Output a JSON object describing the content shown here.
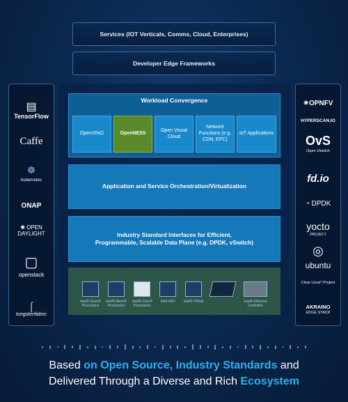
{
  "top": {
    "services": "Services (IOT Verticals, Comms, Cloud, Enterprises)",
    "developer": "Developer Edge Frameworks"
  },
  "workload": {
    "title": "Workload Convergence",
    "items": [
      {
        "label": "OpenVINO"
      },
      {
        "label": "OpenNESS"
      },
      {
        "label": "Open Visual Cloud"
      },
      {
        "label": "Network Functions (e.g. CDN, EPC)"
      },
      {
        "label": "IoT Applications"
      }
    ]
  },
  "orchestration": "Application and Service Orchestration/Virtualization",
  "interfaces_line1": "Industry Standard Interfaces for Efficient,",
  "interfaces_line2": "Programmable, Scalable Data Plane (e.g. DPDK, vSwitch)",
  "hardware": [
    {
      "label": "Intel® Xeon® Processors"
    },
    {
      "label": "Intel® Atom® Processors"
    },
    {
      "label": "Intel® Core® Processors"
    },
    {
      "label": "Intel VPU"
    },
    {
      "label": "Intel® FPGA"
    },
    {
      "label": ""
    },
    {
      "label": "Intel® Ethernet Controller"
    }
  ],
  "left_logos": [
    "TensorFlow",
    "Caffe",
    "kubernetes",
    "ONAP",
    "OPEN DAYLIGHT",
    "openstack",
    "tungstenfabric"
  ],
  "right_logos": [
    "OPNFV",
    "HYPERSCAN.IO",
    "OvS",
    "Open vSwitch",
    "fd.io",
    "DPDK",
    "yocto",
    "PROJECT",
    "ubuntu",
    "Clear Linux* Project",
    "AKRAINO",
    "EDGE STACK"
  ],
  "tagline": {
    "l1a": "Based ",
    "l1b": "on Open Source, Industry Standards",
    "l1c": " and",
    "l2a": "Delivered Through a Diverse and Rich ",
    "l2b": "Ecosystem"
  },
  "colors": {
    "accent": "#2fb0ef",
    "panel": "#1578b8",
    "highlight": "#5a8a2a"
  }
}
